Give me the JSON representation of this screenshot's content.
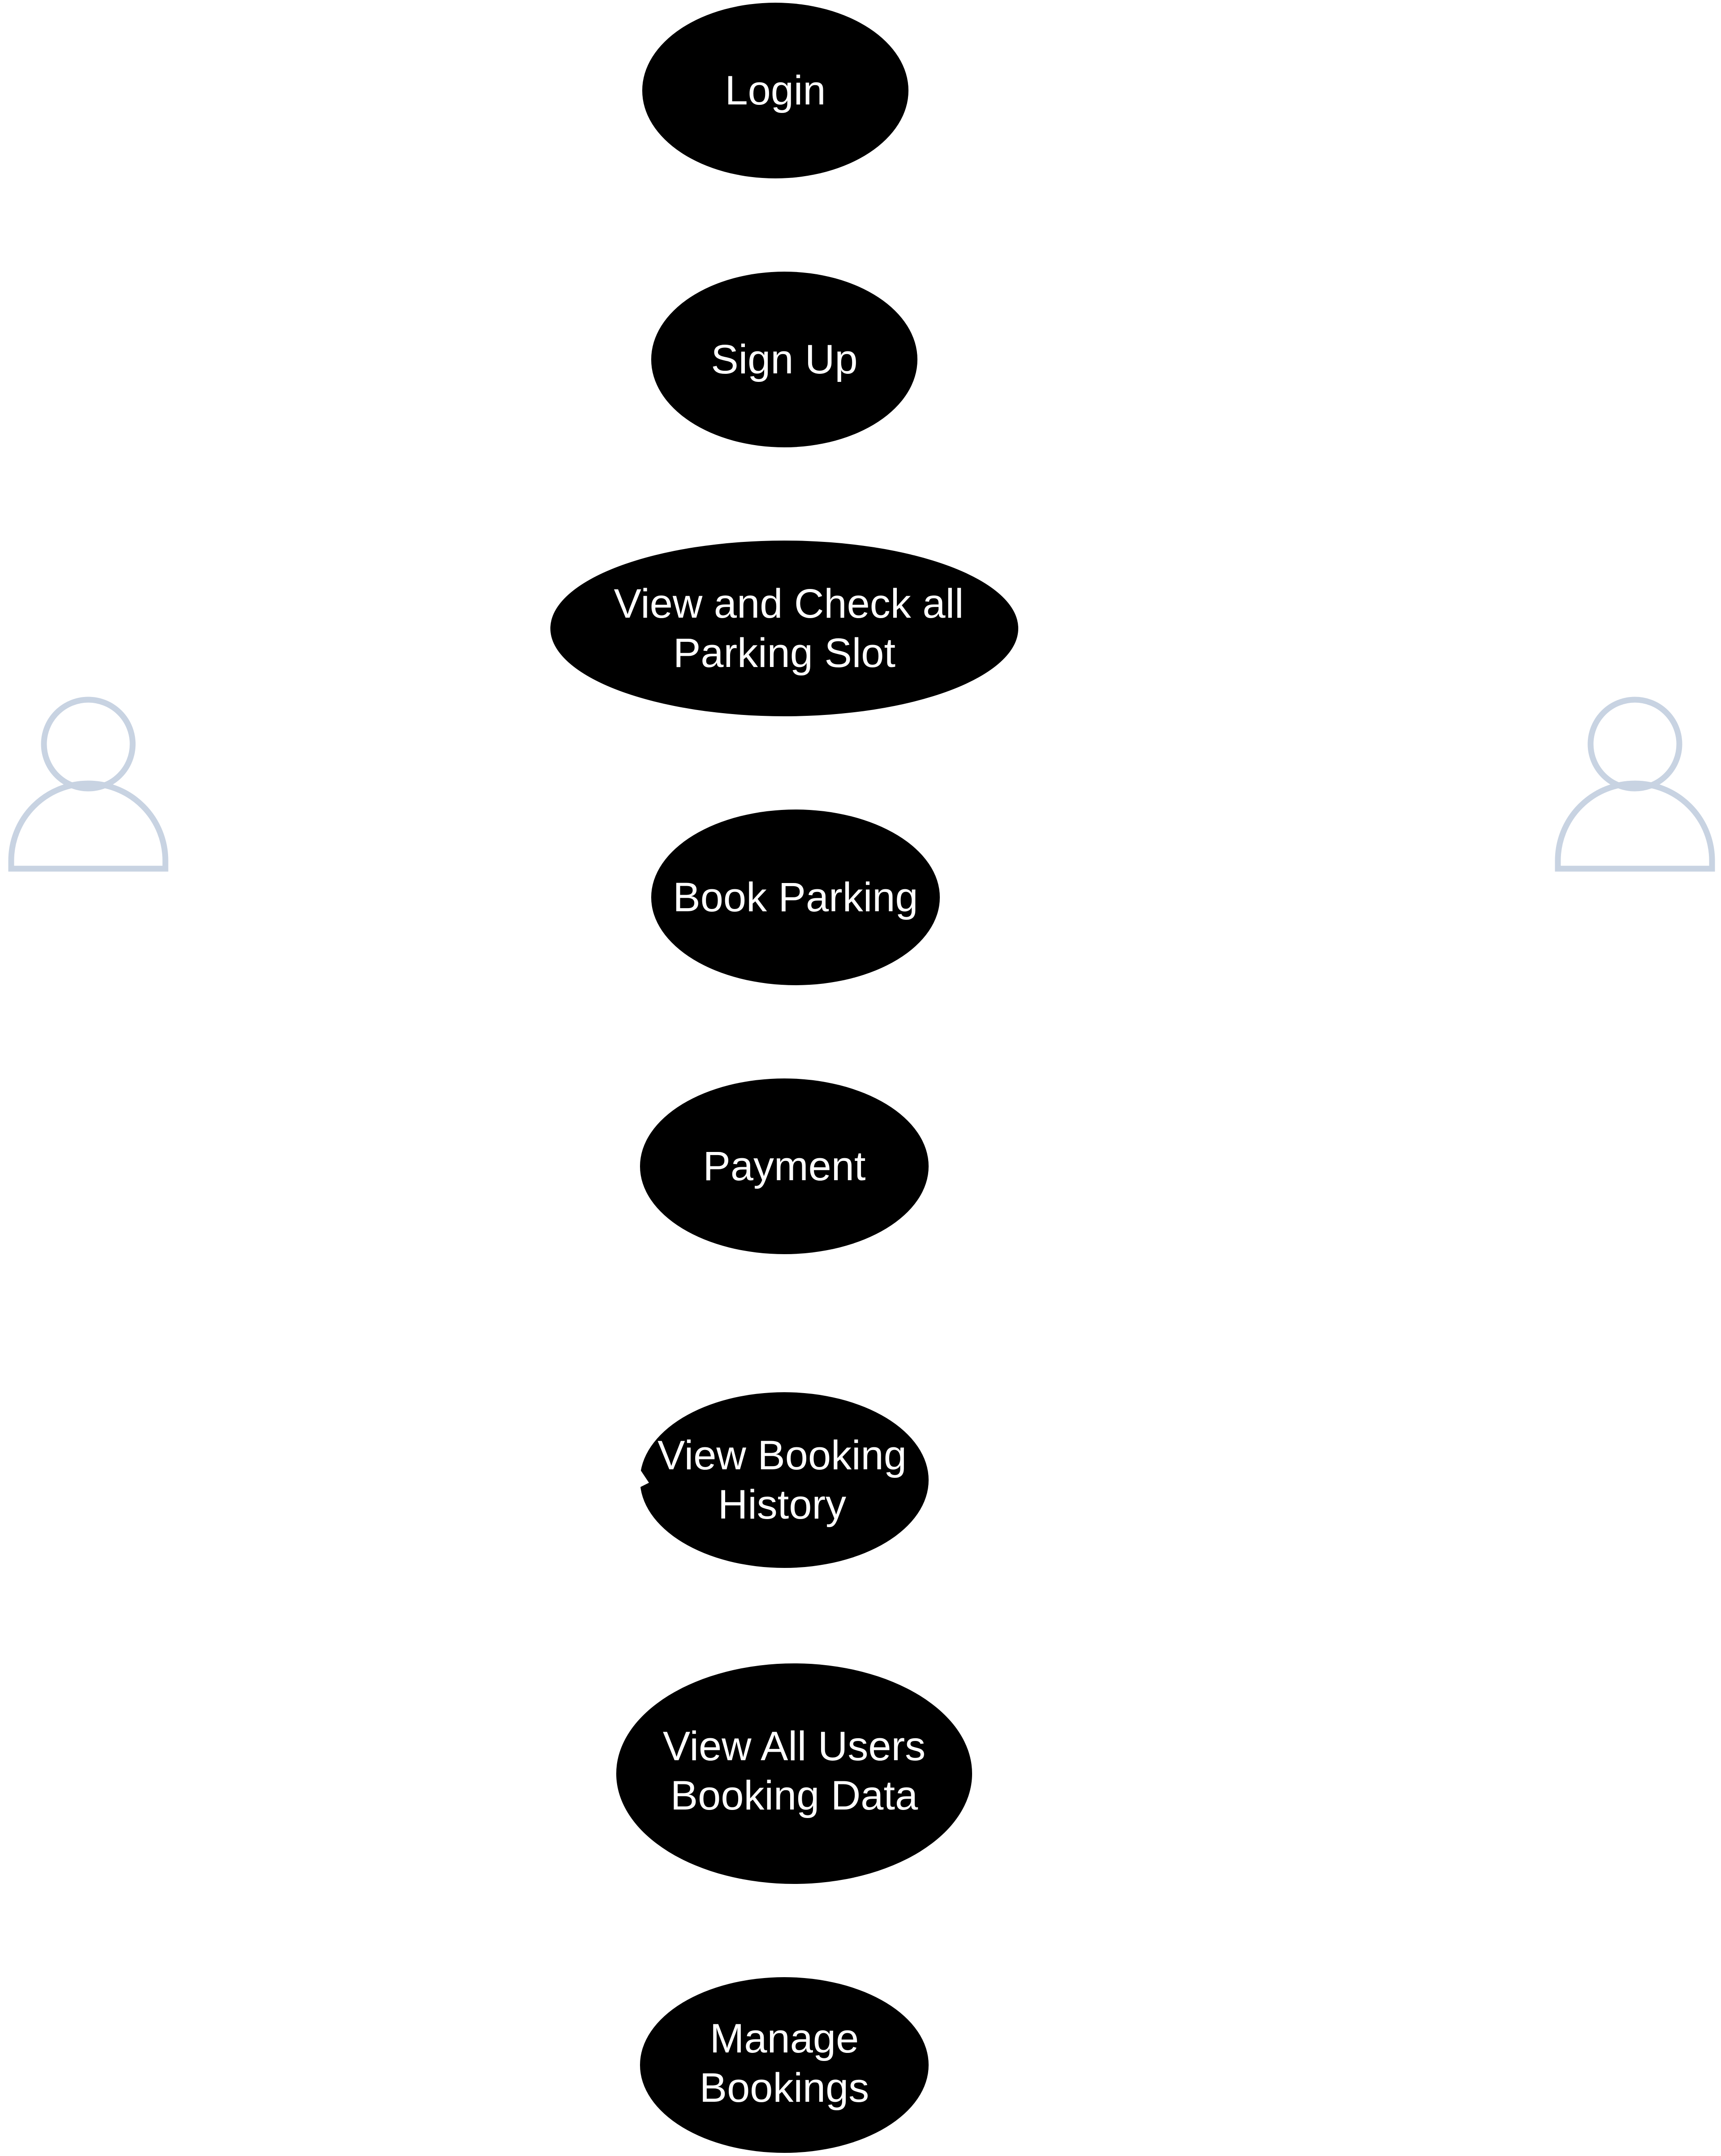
{
  "diagram": {
    "colors": {
      "usecase_fill": "#000000",
      "usecase_text": "#ffffff",
      "actor_stroke": "#c8d3e2",
      "background": "#ffffff"
    },
    "actors": [
      {
        "id": "actor-left",
        "icon": "person-outline-icon"
      },
      {
        "id": "actor-right",
        "icon": "person-outline-icon"
      }
    ],
    "usecases": [
      {
        "id": "login",
        "lines": [
          "Login"
        ]
      },
      {
        "id": "sign-up",
        "lines": [
          "Sign Up"
        ]
      },
      {
        "id": "view-check-parking-slot",
        "lines": [
          "View and Check all",
          "Parking Slot"
        ]
      },
      {
        "id": "book-parking",
        "lines": [
          "Book Parking"
        ]
      },
      {
        "id": "payment",
        "lines": [
          "Payment"
        ]
      },
      {
        "id": "view-booking-history",
        "lines": [
          "View Booking",
          "History"
        ]
      },
      {
        "id": "view-all-users-booking-data",
        "lines": [
          "View All Users",
          "Booking Data"
        ]
      },
      {
        "id": "manage-bookings",
        "lines": [
          "Manage",
          "Bookings"
        ]
      }
    ]
  }
}
